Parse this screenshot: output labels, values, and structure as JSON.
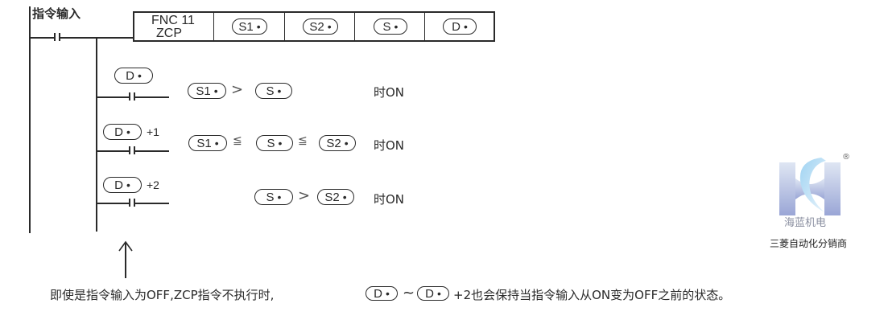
{
  "diagram": {
    "input_label": "指令输入",
    "function_block": {
      "fnc_number": "FNC 11",
      "mnemonic": "ZCP",
      "operands": [
        "S1",
        "S2",
        "S",
        "D"
      ]
    },
    "operand_suffix": "•",
    "outputs": [
      {
        "device": "D",
        "offset": "",
        "lhs": "S1",
        "op1": ">",
        "mid": "S",
        "op2": "",
        "rhs": "",
        "result": "时ON"
      },
      {
        "device": "D",
        "offset": "+1",
        "lhs": "S1",
        "op1": "≦",
        "mid": "S",
        "op2": "≦",
        "rhs": "S2",
        "result": "时ON"
      },
      {
        "device": "D",
        "offset": "+2",
        "lhs": "",
        "op1": "",
        "mid": "S",
        "op2": ">",
        "rhs": "S2",
        "result": "时ON"
      }
    ],
    "note": {
      "part1": "即使是指令输入为OFF,ZCP指令不执行时,",
      "range_from": "D",
      "tilde": "~",
      "range_to": "D",
      "part2": "+2也会保持当指令输入从ON变为OFF之前的状态。"
    }
  },
  "logo": {
    "company": "海蓝机电",
    "tagline": "三菱自动化分销商",
    "registered": "®"
  }
}
